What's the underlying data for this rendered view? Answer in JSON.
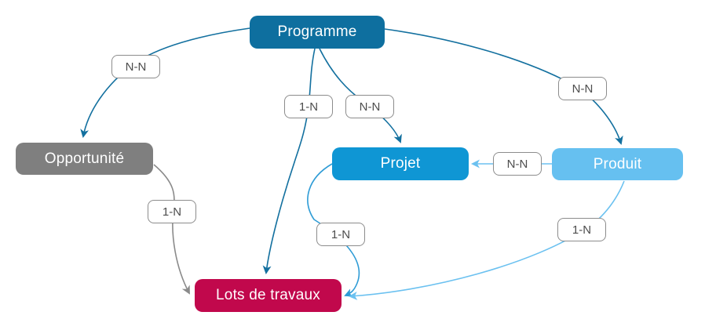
{
  "diagram": {
    "nodes": {
      "programme": {
        "label": "Programme",
        "color": "#0e6f9f"
      },
      "opportunite": {
        "label": "Opportunité",
        "color": "#7f7f7f"
      },
      "projet": {
        "label": "Projet",
        "color": "#0f96d4"
      },
      "produit": {
        "label": "Produit",
        "color": "#66c0f0"
      },
      "lots_de_travaux": {
        "label": "Lots de travaux",
        "color": "#c1084c"
      }
    },
    "edges": {
      "programme_opportunite": {
        "from": "Programme",
        "to": "Opportunité",
        "label": "N-N"
      },
      "programme_lots": {
        "from": "Programme",
        "to": "Lots de travaux",
        "label": "1-N"
      },
      "programme_projet": {
        "from": "Programme",
        "to": "Projet",
        "label": "N-N"
      },
      "programme_produit": {
        "from": "Programme",
        "to": "Produit",
        "label": "N-N"
      },
      "produit_projet": {
        "from": "Produit",
        "to": "Projet",
        "label": "N-N"
      },
      "opportunite_lots": {
        "from": "Opportunité",
        "to": "Lots de travaux",
        "label": "1-N"
      },
      "projet_lots": {
        "from": "Projet",
        "to": "Lots de travaux",
        "label": "1-N"
      },
      "produit_lots": {
        "from": "Produit",
        "to": "Lots de travaux",
        "label": "1-N"
      }
    },
    "edge_colors": {
      "programme_links": "#13709f",
      "opportunite_links": "#8a8a8a",
      "projet_links": "#2f9cd6",
      "produit_links": "#6bc1f0"
    },
    "label_style": {
      "text_color": "#4d4d4d",
      "border_color": "#8c8c8c",
      "background": "#ffffff"
    }
  }
}
